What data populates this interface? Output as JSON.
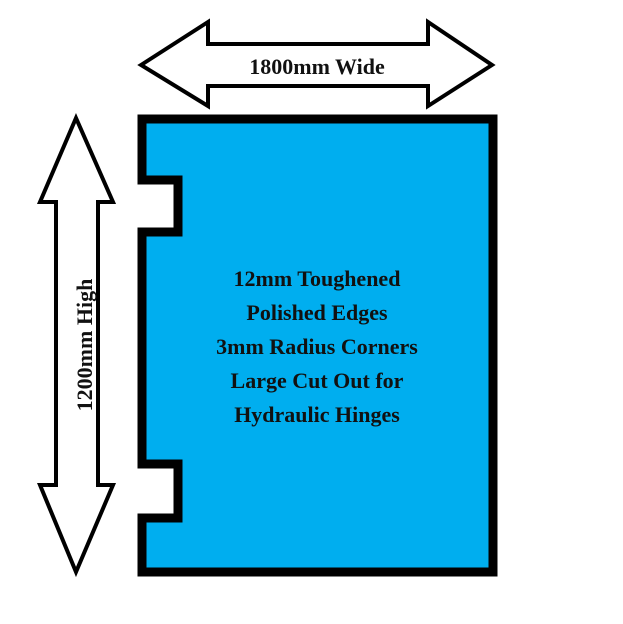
{
  "dimensions": {
    "width_label": "1800mm Wide",
    "height_label": "1200mm High"
  },
  "panel": {
    "fill_color": "#00aeef",
    "outline_color": "#000000",
    "notes": [
      "12mm Toughened",
      "Polished Edges",
      "3mm Radius Corners",
      "Large Cut Out for",
      "Hydraulic Hinges"
    ]
  }
}
